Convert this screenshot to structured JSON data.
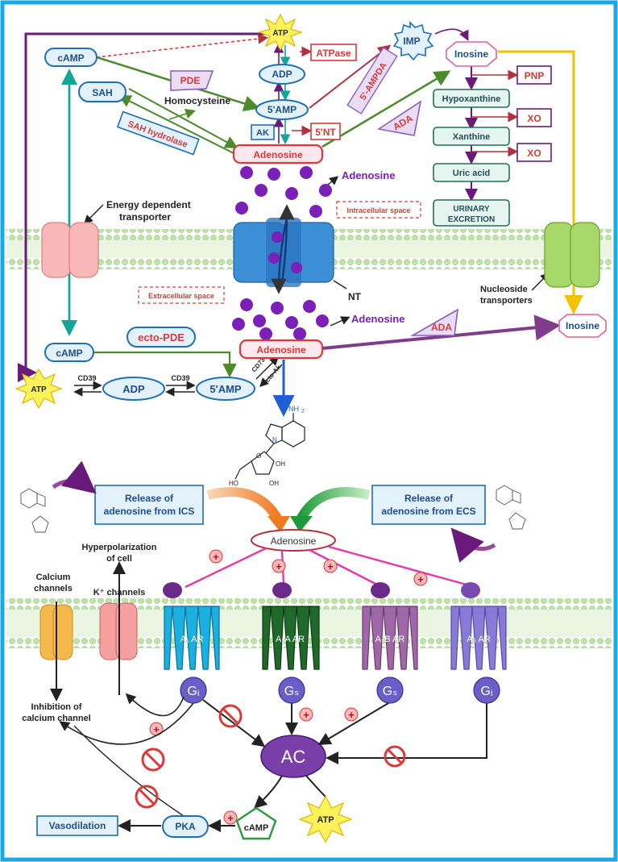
{
  "colors": {
    "border": "#19a9e8",
    "blue_node": "#1f6fb5",
    "node_fill": "#e3f1fb",
    "red_node": "#d93a3a",
    "purple": "#6a1a7a",
    "teal": "#13a59a",
    "green": "#4c8a2a",
    "yellow": "#f2c200",
    "adenosine_dot": "#7a1fb8",
    "gi_fill": "#6a5fc8"
  },
  "top": {
    "atp": "ATP",
    "camp": "cAMP",
    "sah": "SAH",
    "pde": "PDE",
    "homocysteine": "Homocysteine",
    "sah_hydrolase": "SAH hydrolase",
    "adp": "ADP",
    "atpase": "ATPase",
    "amp5": "5'AMP",
    "ak": "AK",
    "nt5": "5'NT",
    "imp": "IMP",
    "ampda": "5'-AMPDA",
    "ada": "ADA",
    "adenosine": "Adenosine",
    "inosine": "Inosine",
    "pnp": "PNP",
    "hypoxanthine": "Hypoxanthine",
    "xo1": "XO",
    "xanthine": "Xanthine",
    "xo2": "XO",
    "uric_acid": "Uric acid",
    "urinary_1": "URINARY",
    "urinary_2": "EXCRETION",
    "energy_1": "Energy dependent",
    "energy_2": "transporter",
    "intracellular": "Intracellular space",
    "extracellular": "Extracellular space",
    "adenosine_label_in": "Adenosine",
    "adenosine_label_out": "Adenosine",
    "nt": "NT",
    "nucleoside_1": "Nucleoside",
    "nucleoside_2": "transporters",
    "camp_ext": "cAMP",
    "ecto_pde": "ecto-PDE",
    "atp_ext": "ATP",
    "cd39_a": "CD39",
    "adp_ext": "ADP",
    "cd39_b": "CD39",
    "amp5_ext": "5'AMP",
    "cd73": "CD73",
    "ecto_ak": "ecto-Ak",
    "adenosine_ext": "Adenosine",
    "ada_ext": "ADA",
    "inosine_ext": "Inosine"
  },
  "molecule": {
    "nh2": "NH",
    "nh2_sub": "2",
    "n": "N",
    "ho": "HO",
    "oh": "OH",
    "o": "O"
  },
  "bottom": {
    "release_ics_1": "Release of",
    "release_ics_2": "adenosine from ICS",
    "release_ecs_1": "Release of",
    "release_ecs_2": "adenosine from ECS",
    "adenosine": "Adenosine",
    "hyper_1": "Hyperpolarization",
    "hyper_2": "of cell",
    "calcium_1": "Calcium",
    "calcium_2": "channels",
    "k_channels": "K⁺ channels",
    "inhib_1": "Inhibition of",
    "inhib_2": "calcium channel",
    "a1": "A₁ AR",
    "a2a": "A₂A AR",
    "a2b": "A₂B AR",
    "a3": "A₃ AR",
    "gi_1": "Gᵢ",
    "gs_1": "Gₛ",
    "gs_2": "Gₛ",
    "gi_2": "Gᵢ",
    "ac": "AC",
    "camp": "cAMP",
    "atp": "ATP",
    "pka": "PKA",
    "vasodilation": "Vasodilation",
    "plus": "+"
  }
}
